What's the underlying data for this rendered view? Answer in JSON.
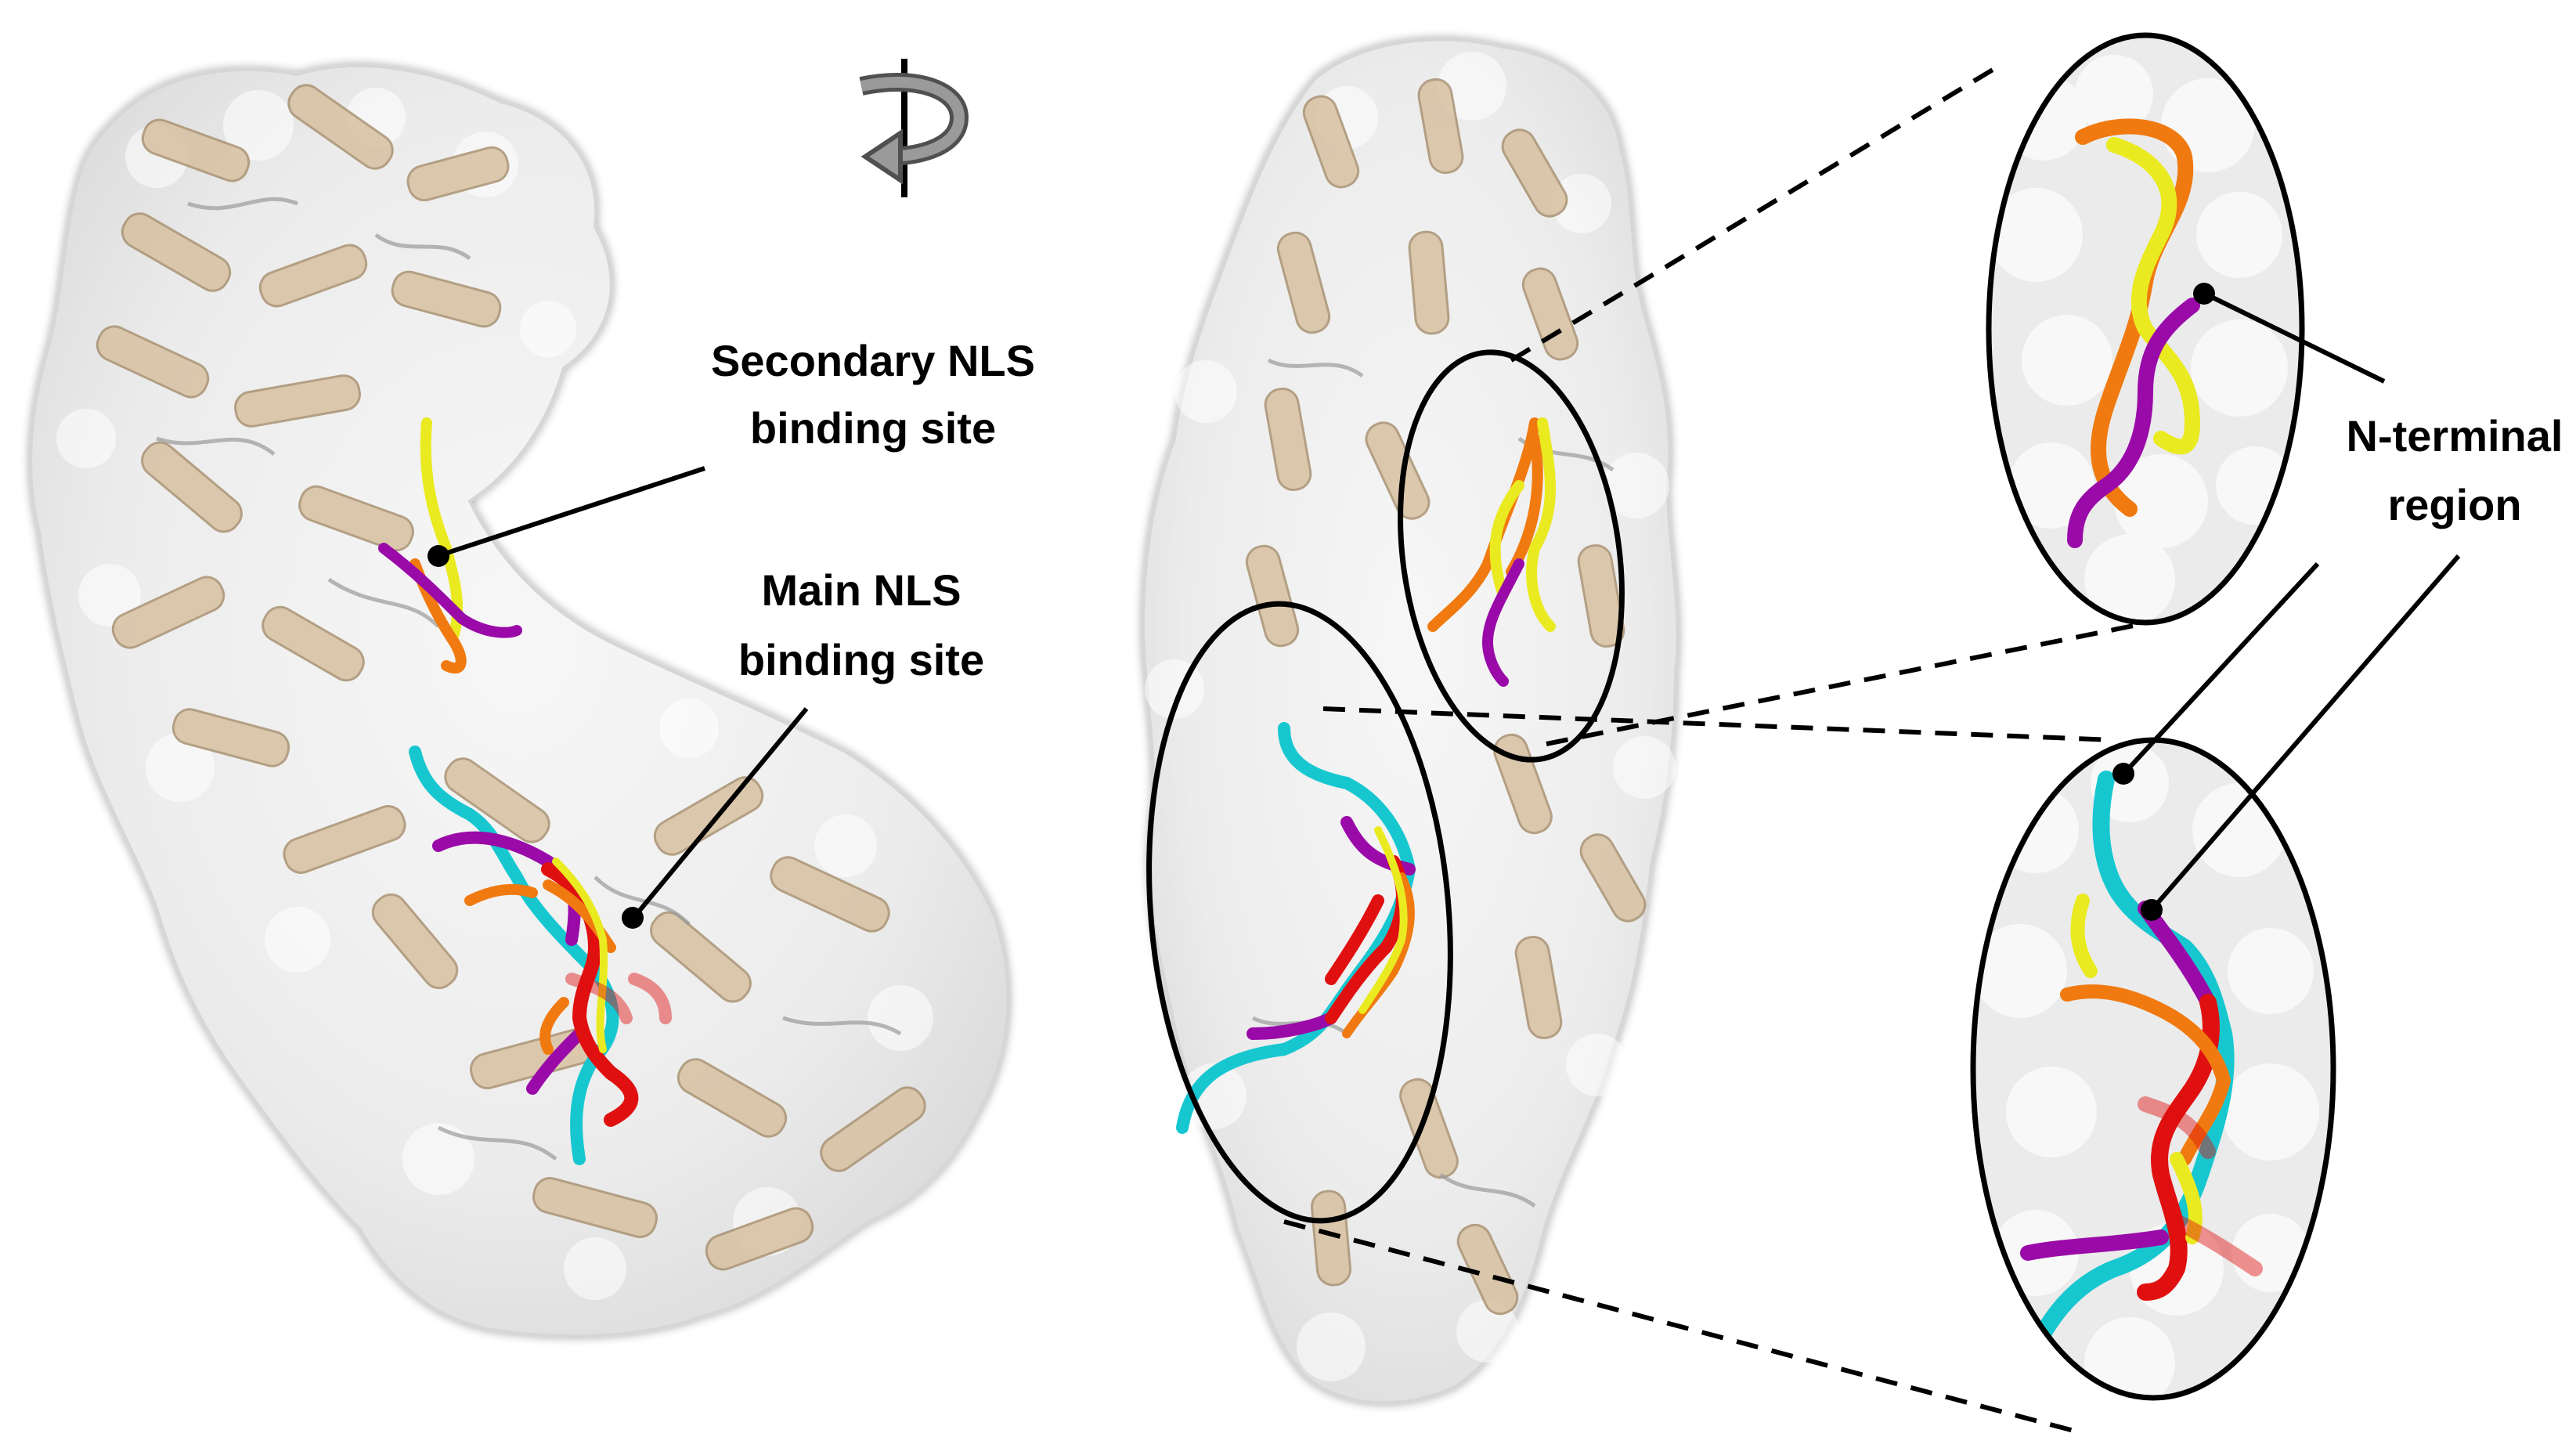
{
  "labels": {
    "secondary_line1": "Secondary NLS",
    "secondary_line2": "binding site",
    "main_line1": "Main NLS",
    "main_line2": "binding site",
    "nterm_line1": "N-terminal",
    "nterm_line2": "region"
  },
  "colors": {
    "background": "#ffffff",
    "surface": "#ececec",
    "surface_edge": "#d2d2d2",
    "helix": "#d7c0a0",
    "helix_edge": "#a89070",
    "loop": "#9a9a9a",
    "peptide_cyan": "#17c7d0",
    "peptide_magenta": "#9a0aa8",
    "peptide_red": "#e01010",
    "peptide_orange": "#f07a10",
    "peptide_yellow": "#eaea20",
    "outline": "#000000"
  },
  "icons": {
    "rotation": "rotate-180-about-vertical-axis-icon"
  }
}
